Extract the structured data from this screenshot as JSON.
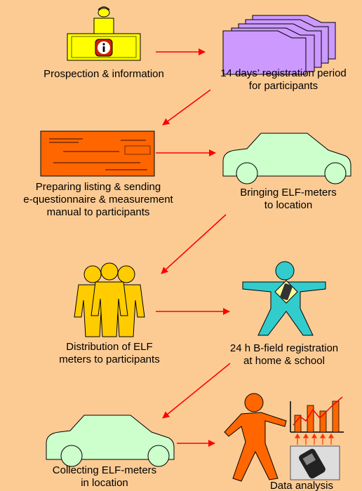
{
  "steps": [
    {
      "line1": "Prospection & information",
      "line2": ""
    },
    {
      "line1": "14 days’ registration period",
      "line2": "for participants"
    },
    {
      "line1": "Preparing listing & sending",
      "line2": "e-questionnaire & measurement",
      "line3": "manual to participants"
    },
    {
      "line1": "Bringing ELF-meters",
      "line2": "to location"
    },
    {
      "line1": "Distribution of ELF",
      "line2": "meters to participants"
    },
    {
      "line1": "24 h B-field registration",
      "line2": "at home & school"
    },
    {
      "line1": "Collecting ELF-meters",
      "line2": "in location"
    },
    {
      "line1": "Data analysis",
      "line2": ""
    }
  ],
  "colors": {
    "background": "#FCCB94",
    "arrow": "#FF0000",
    "desk": "#FFFF00",
    "folders": "#CC99FF",
    "form": "#FF6600",
    "car": "#CCFFCC",
    "people": "#FFCC00",
    "body_figure": "#33CCCC",
    "walker": "#FF6600"
  },
  "icons": {
    "info": "info-icon"
  }
}
